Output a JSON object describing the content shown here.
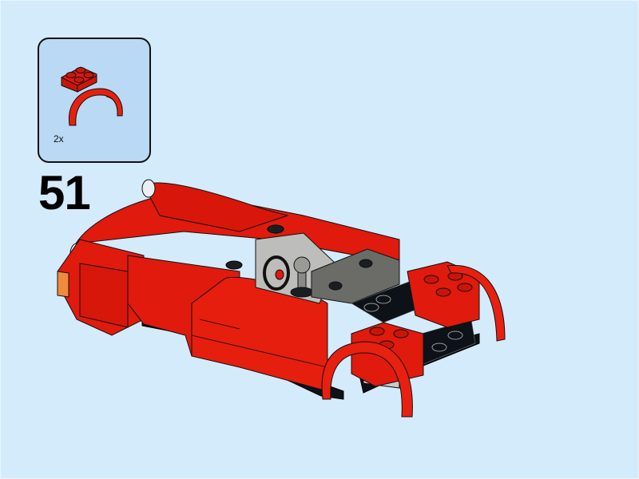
{
  "page": {
    "background_color": "#d4ebfb"
  },
  "callout": {
    "part_name": "red-2x2-plate-with-wheel-arch",
    "quantity": "2x",
    "panel_color": "#b9d9f4"
  },
  "step": {
    "number": "51"
  },
  "model": {
    "description": "red-sports-car-chassis-assembly",
    "primary_color": "#e01a0c",
    "dark_gray": "#6b6b68",
    "black": "#0d1118"
  }
}
